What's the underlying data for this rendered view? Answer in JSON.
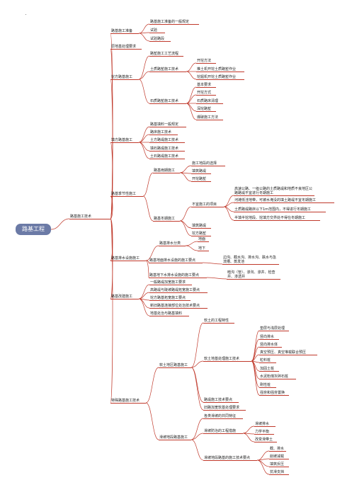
{
  "root": {
    "label": "路基工程"
  },
  "colors": {
    "branch": "#c0392b",
    "root_fill": "#6b7aa6"
  },
  "nodes": [
    {
      "id": "n1",
      "label": "路基施工技术"
    },
    {
      "id": "a1",
      "label": "路基施工准备"
    },
    {
      "id": "a1c1",
      "label": "路基施工准备的一般规定"
    },
    {
      "id": "a1c2",
      "label": "试验"
    },
    {
      "id": "a1c3",
      "label": "试验路段"
    },
    {
      "id": "a2",
      "label": "原地基处理要求"
    },
    {
      "id": "a3",
      "label": "挖方路基施工"
    },
    {
      "id": "a3c1",
      "label": "路堑施工工艺流程"
    },
    {
      "id": "a3c2",
      "label": "土质路堑施工技术"
    },
    {
      "id": "a3c2d1",
      "label": "开挖方法"
    },
    {
      "id": "a3c2d2",
      "label": "推土机开挖土质路堑作业"
    },
    {
      "id": "a3c2d3",
      "label": "挖掘机开挖土质路堑作业"
    },
    {
      "id": "a3c3",
      "label": "石质路堑施工技术"
    },
    {
      "id": "a3c3d1",
      "label": "基本要求"
    },
    {
      "id": "a3c3d2",
      "label": "开挖方式"
    },
    {
      "id": "a3c3d3",
      "label": "石质路床清理"
    },
    {
      "id": "a3c3d4",
      "label": "深挖路堑"
    },
    {
      "id": "a3c3d5",
      "label": "爆破施工方法"
    },
    {
      "id": "a4",
      "label": "填方路基施工"
    },
    {
      "id": "a4c1",
      "label": "路基填料一般规定"
    },
    {
      "id": "a4c2",
      "label": "路床施工技术"
    },
    {
      "id": "a4c3",
      "label": "土方路堤施工技术"
    },
    {
      "id": "a4c4",
      "label": "填石路堤施工技术"
    },
    {
      "id": "a4c5",
      "label": "土石路堤施工技术"
    },
    {
      "id": "a5",
      "label": "路基季节性施工"
    },
    {
      "id": "a5c1",
      "label": "路基雨期施工"
    },
    {
      "id": "a5c1d1",
      "label": "施工地段的选择"
    },
    {
      "id": "a5c1d2",
      "label": "填筑路堤"
    },
    {
      "id": "a5c1d3",
      "label": "开挖路堑"
    },
    {
      "id": "a5c2",
      "label": "路基冬期施工"
    },
    {
      "id": "a5c2d1",
      "label": "不宜施工的项目"
    },
    {
      "id": "a5c2d1e1",
      "label": "高速公路、一级公路的土质路堤和地质不良地区公路路堤不宜进行冬期施工"
    },
    {
      "id": "a5c2d1e2",
      "label": "河滩低洼地带，可被水淹没的填土路堤不宜冬期施工"
    },
    {
      "id": "a5c2d1e3",
      "label": "土质路堤路床以下1m范围内，不得进行冬期施工"
    },
    {
      "id": "a5c2d1e4",
      "label": "半填半挖地段、挖填方交界处不得在冬期施工"
    },
    {
      "id": "a5c2d2",
      "label": "填筑路堤"
    },
    {
      "id": "a5c2d3",
      "label": "挖方路堑"
    },
    {
      "id": "a6",
      "label": "路基排水设施施工"
    },
    {
      "id": "a6c1",
      "label": "路基排水分类"
    },
    {
      "id": "a6c1d1",
      "label": "地面"
    },
    {
      "id": "a6c1d2",
      "label": "地下"
    },
    {
      "id": "a6c2",
      "label": "路基地面排水设施的施工要点"
    },
    {
      "id": "a6c2d1",
      "label": "边沟、截水沟、排水沟、跌水与急流槽、蒸发池"
    },
    {
      "id": "a6c3",
      "label": "路基地下水排水设施的施工要点"
    },
    {
      "id": "a6c3d1",
      "label": "暗沟（管）、渗沟、渗井、检查井、渗透井"
    },
    {
      "id": "a7",
      "label": "路基改建施工"
    },
    {
      "id": "a7c1",
      "label": "一般路堤加宽施工要求"
    },
    {
      "id": "a7c2",
      "label": "高路堤与陡坡路堤拓宽施工要点"
    },
    {
      "id": "a7c3",
      "label": "挖方路基拓宽施工要点"
    },
    {
      "id": "a7c4",
      "label": "新旧路基连接部位处治技术要点"
    },
    {
      "id": "a7c5",
      "label": "地基处治与路基填料"
    },
    {
      "id": "a8",
      "label": "特殊路基施工技术"
    },
    {
      "id": "a8c1",
      "label": "软土地区路基施工"
    },
    {
      "id": "a8c1d1",
      "label": "软土的工程特性"
    },
    {
      "id": "a8c1d2",
      "label": "软土地基处理施工技术"
    },
    {
      "id": "a8c1d2e1",
      "label": "垫层与浅层处理"
    },
    {
      "id": "a8c1d2e2",
      "label": "竖向排水"
    },
    {
      "id": "a8c1d2e3",
      "label": "竖向排水体"
    },
    {
      "id": "a8c1d2e4",
      "label": "真空预压、真空堆载联合预压"
    },
    {
      "id": "a8c1d2e5",
      "label": "粒料桩"
    },
    {
      "id": "a8c1d2e6",
      "label": "加固土桩"
    },
    {
      "id": "a8c1d2e7",
      "label": "水泥粉煤灰碎石桩"
    },
    {
      "id": "a8c1d2e8",
      "label": "刚性桩"
    },
    {
      "id": "a8c1d2e9",
      "label": "强夯和强夯置换"
    },
    {
      "id": "a8c1d3",
      "label": "路堤施工技术要点"
    },
    {
      "id": "a8c1d4",
      "label": "旧路加宽软基处理要求"
    },
    {
      "id": "a8c2",
      "label": "滑坡地段路基施工"
    },
    {
      "id": "a8c2d1",
      "label": "各类滑坡的共同特征"
    },
    {
      "id": "a8c2d2",
      "label": "滑坡防治的工程措施"
    },
    {
      "id": "a8c2d2e1",
      "label": "滑坡排水"
    },
    {
      "id": "a8c2d2e2",
      "label": "力学平衡"
    },
    {
      "id": "a8c2d2e3",
      "label": "改变滑带土"
    },
    {
      "id": "a8c2d3",
      "label": "滑坡地段路基的施工技术要点"
    },
    {
      "id": "a8c2d3e1",
      "label": "截、排水"
    },
    {
      "id": "a8c2d3e2",
      "label": "削坡减载"
    },
    {
      "id": "a8c2d3e3",
      "label": "填筑反压"
    },
    {
      "id": "a8c2d3e4",
      "label": "抗滑支挡"
    }
  ]
}
